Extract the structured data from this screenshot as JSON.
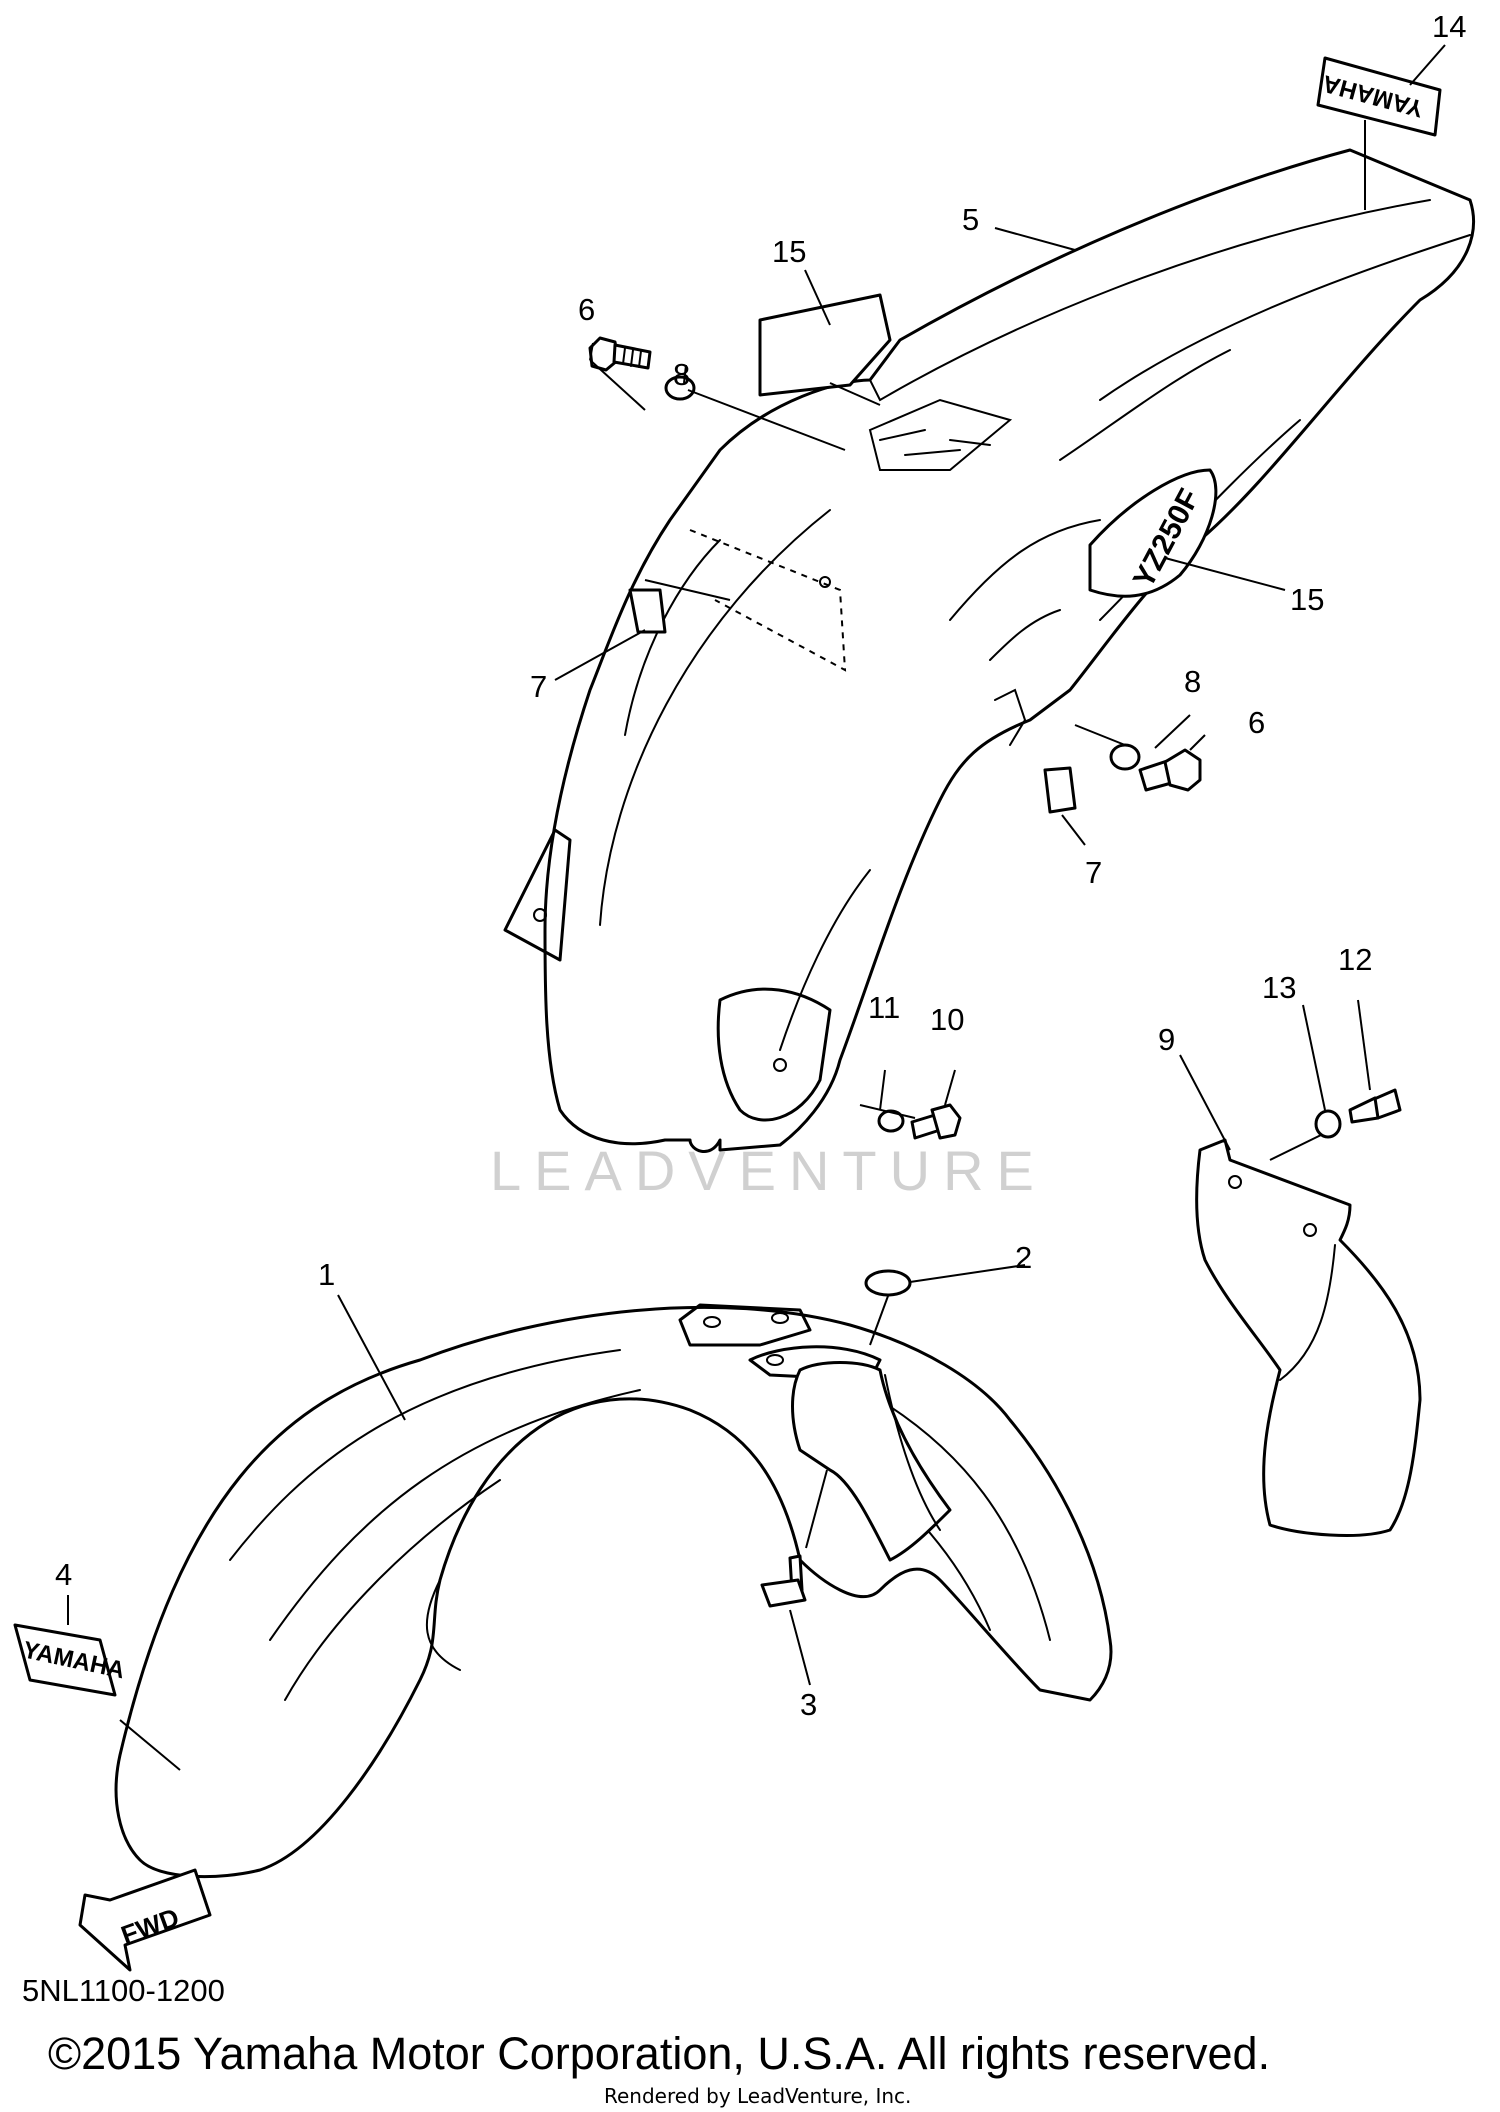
{
  "diagram": {
    "callouts": [
      "1",
      "2",
      "3",
      "4",
      "5",
      "6",
      "6",
      "7",
      "7",
      "8",
      "8",
      "9",
      "10",
      "11",
      "12",
      "13",
      "14",
      "15",
      "15"
    ],
    "decals": {
      "front_label": "YAMAHA",
      "rear_label": "YAMAHA",
      "side_label": "YZ250F"
    },
    "direction_arrow": "FWD",
    "watermark": "LEADVENTURE"
  },
  "footer": {
    "diagram_code": "5NL1100-1200",
    "copyright": "©2015 Yamaha Motor Corporation, U.S.A. All rights reserved.",
    "rendered_by": "Rendered by LeadVenture, Inc."
  }
}
